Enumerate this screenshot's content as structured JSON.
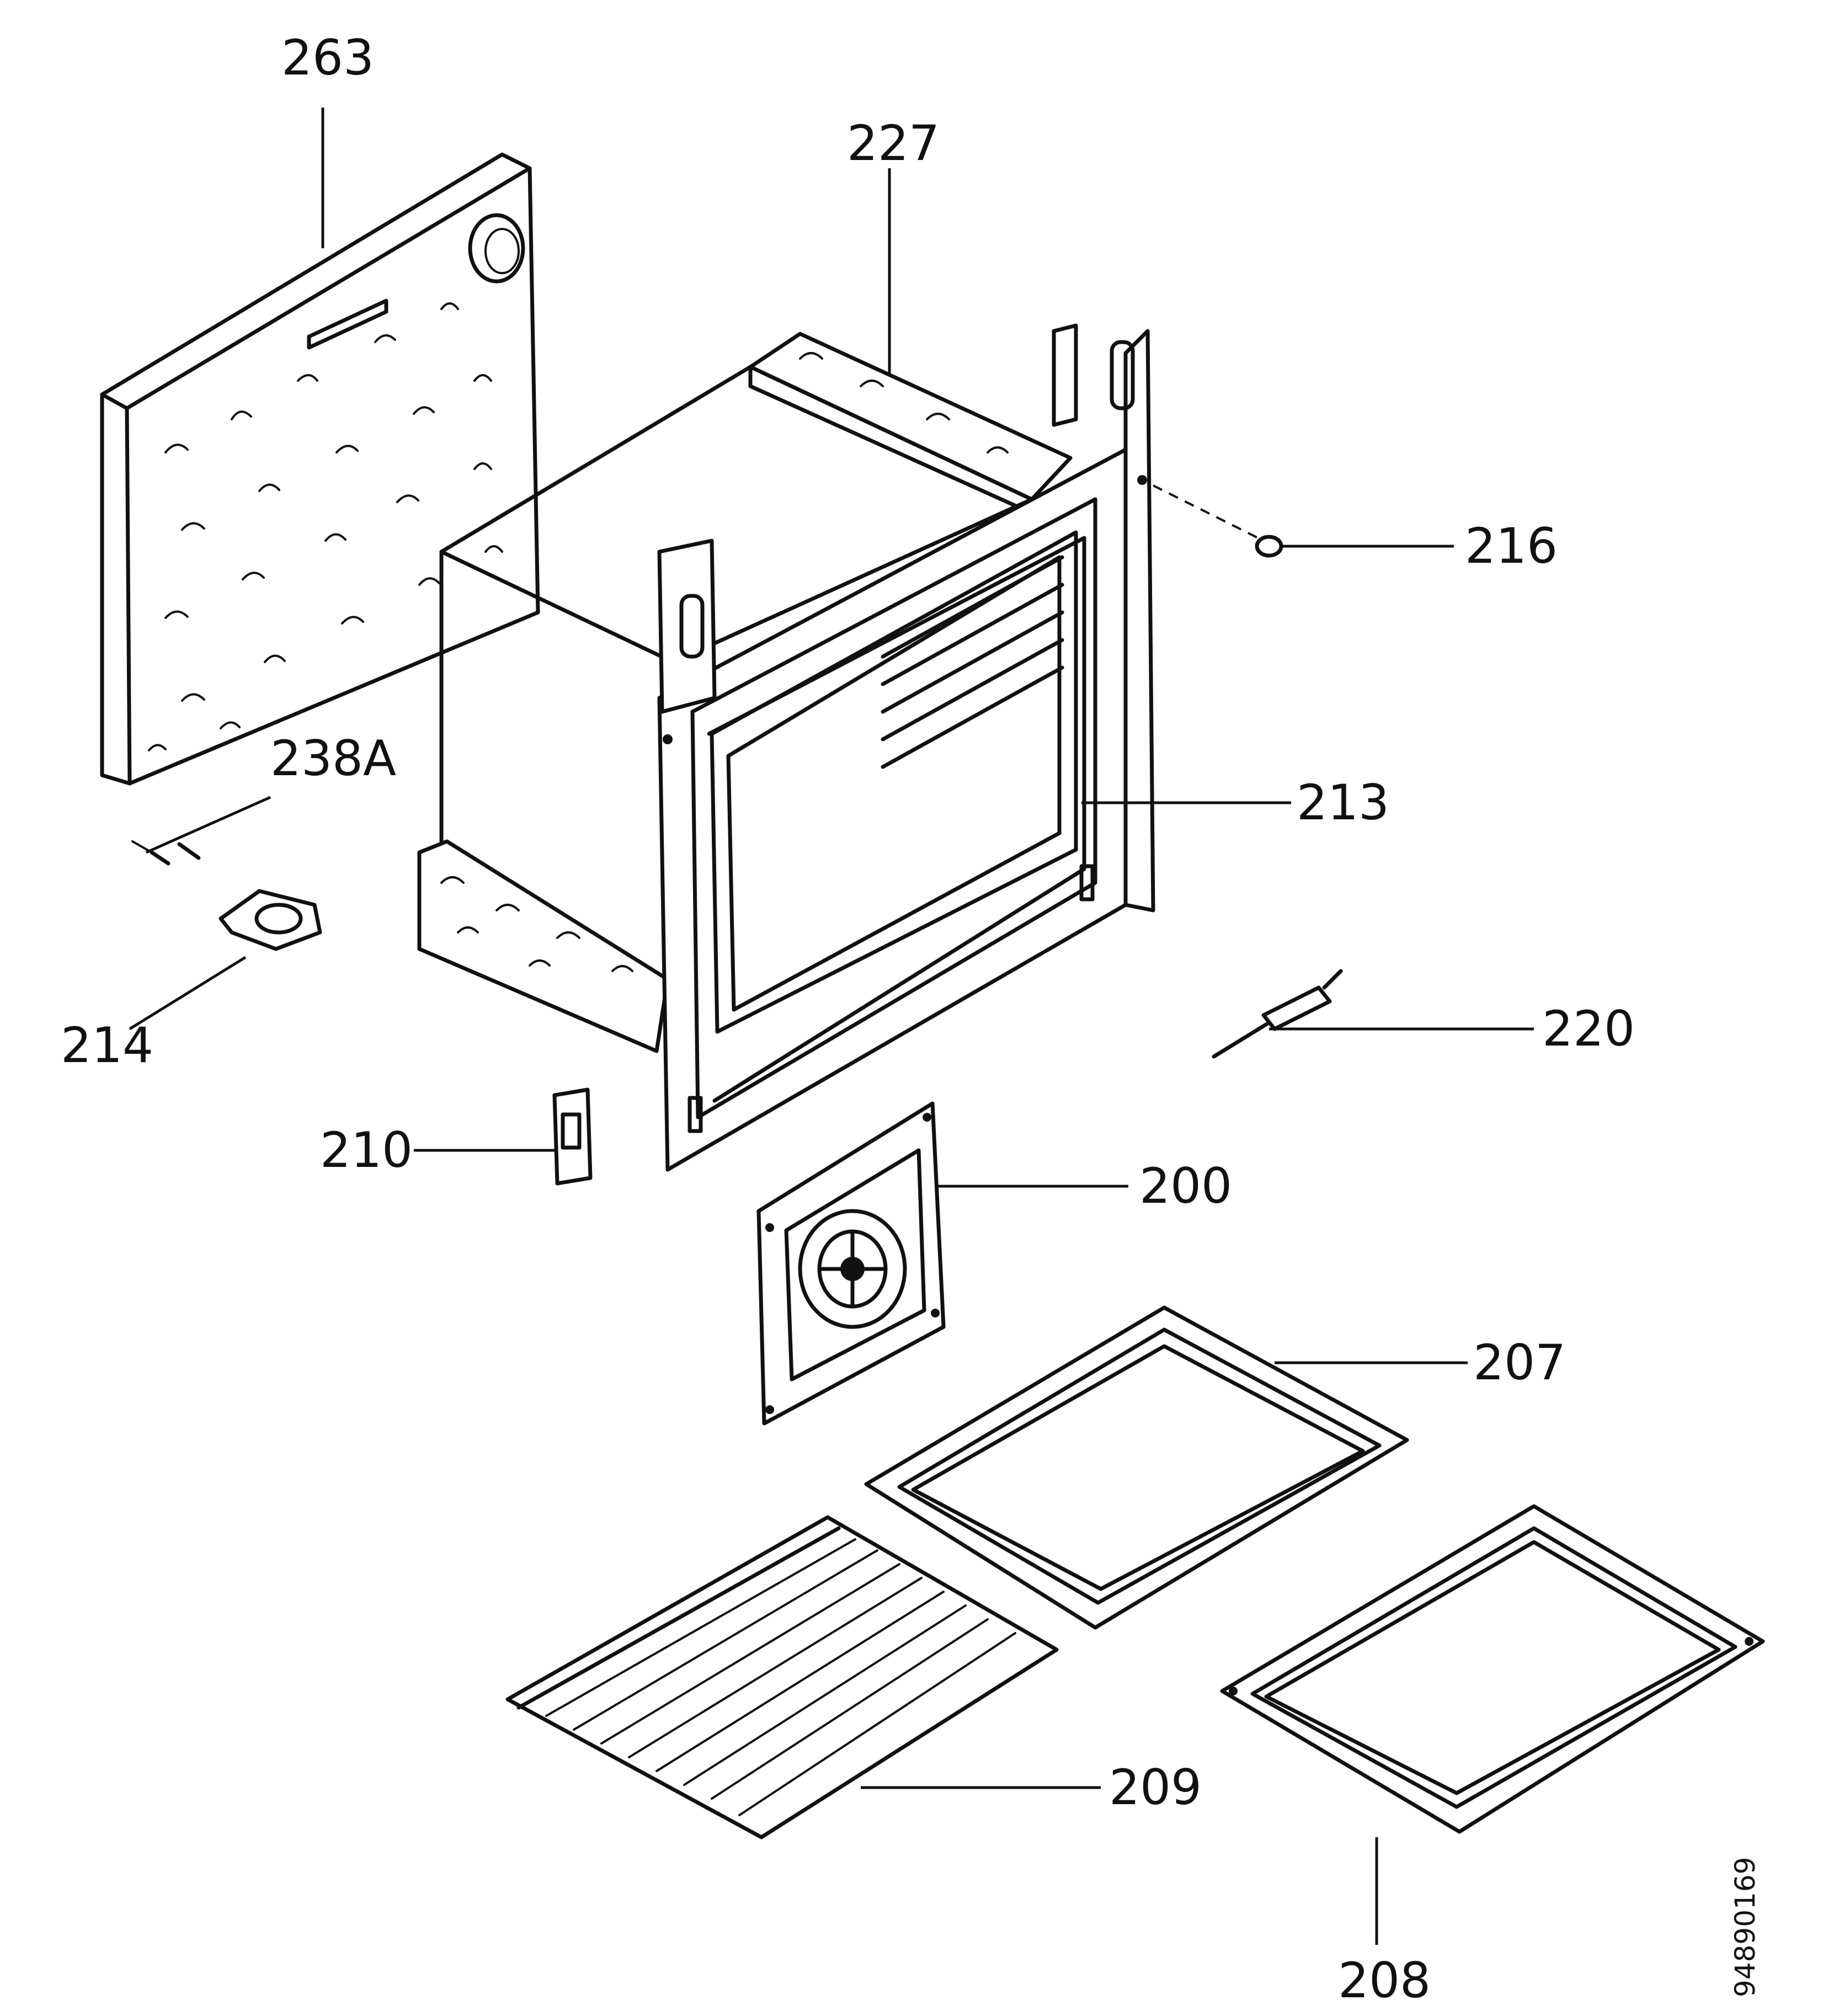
{
  "labels": {
    "p263": "263",
    "p227": "227",
    "p216": "216",
    "p238a": "238A",
    "p213": "213",
    "p214": "214",
    "p220": "220",
    "p210": "210",
    "p200": "200",
    "p207": "207",
    "p209": "209",
    "p208": "208"
  },
  "drawing_code": "94890169"
}
